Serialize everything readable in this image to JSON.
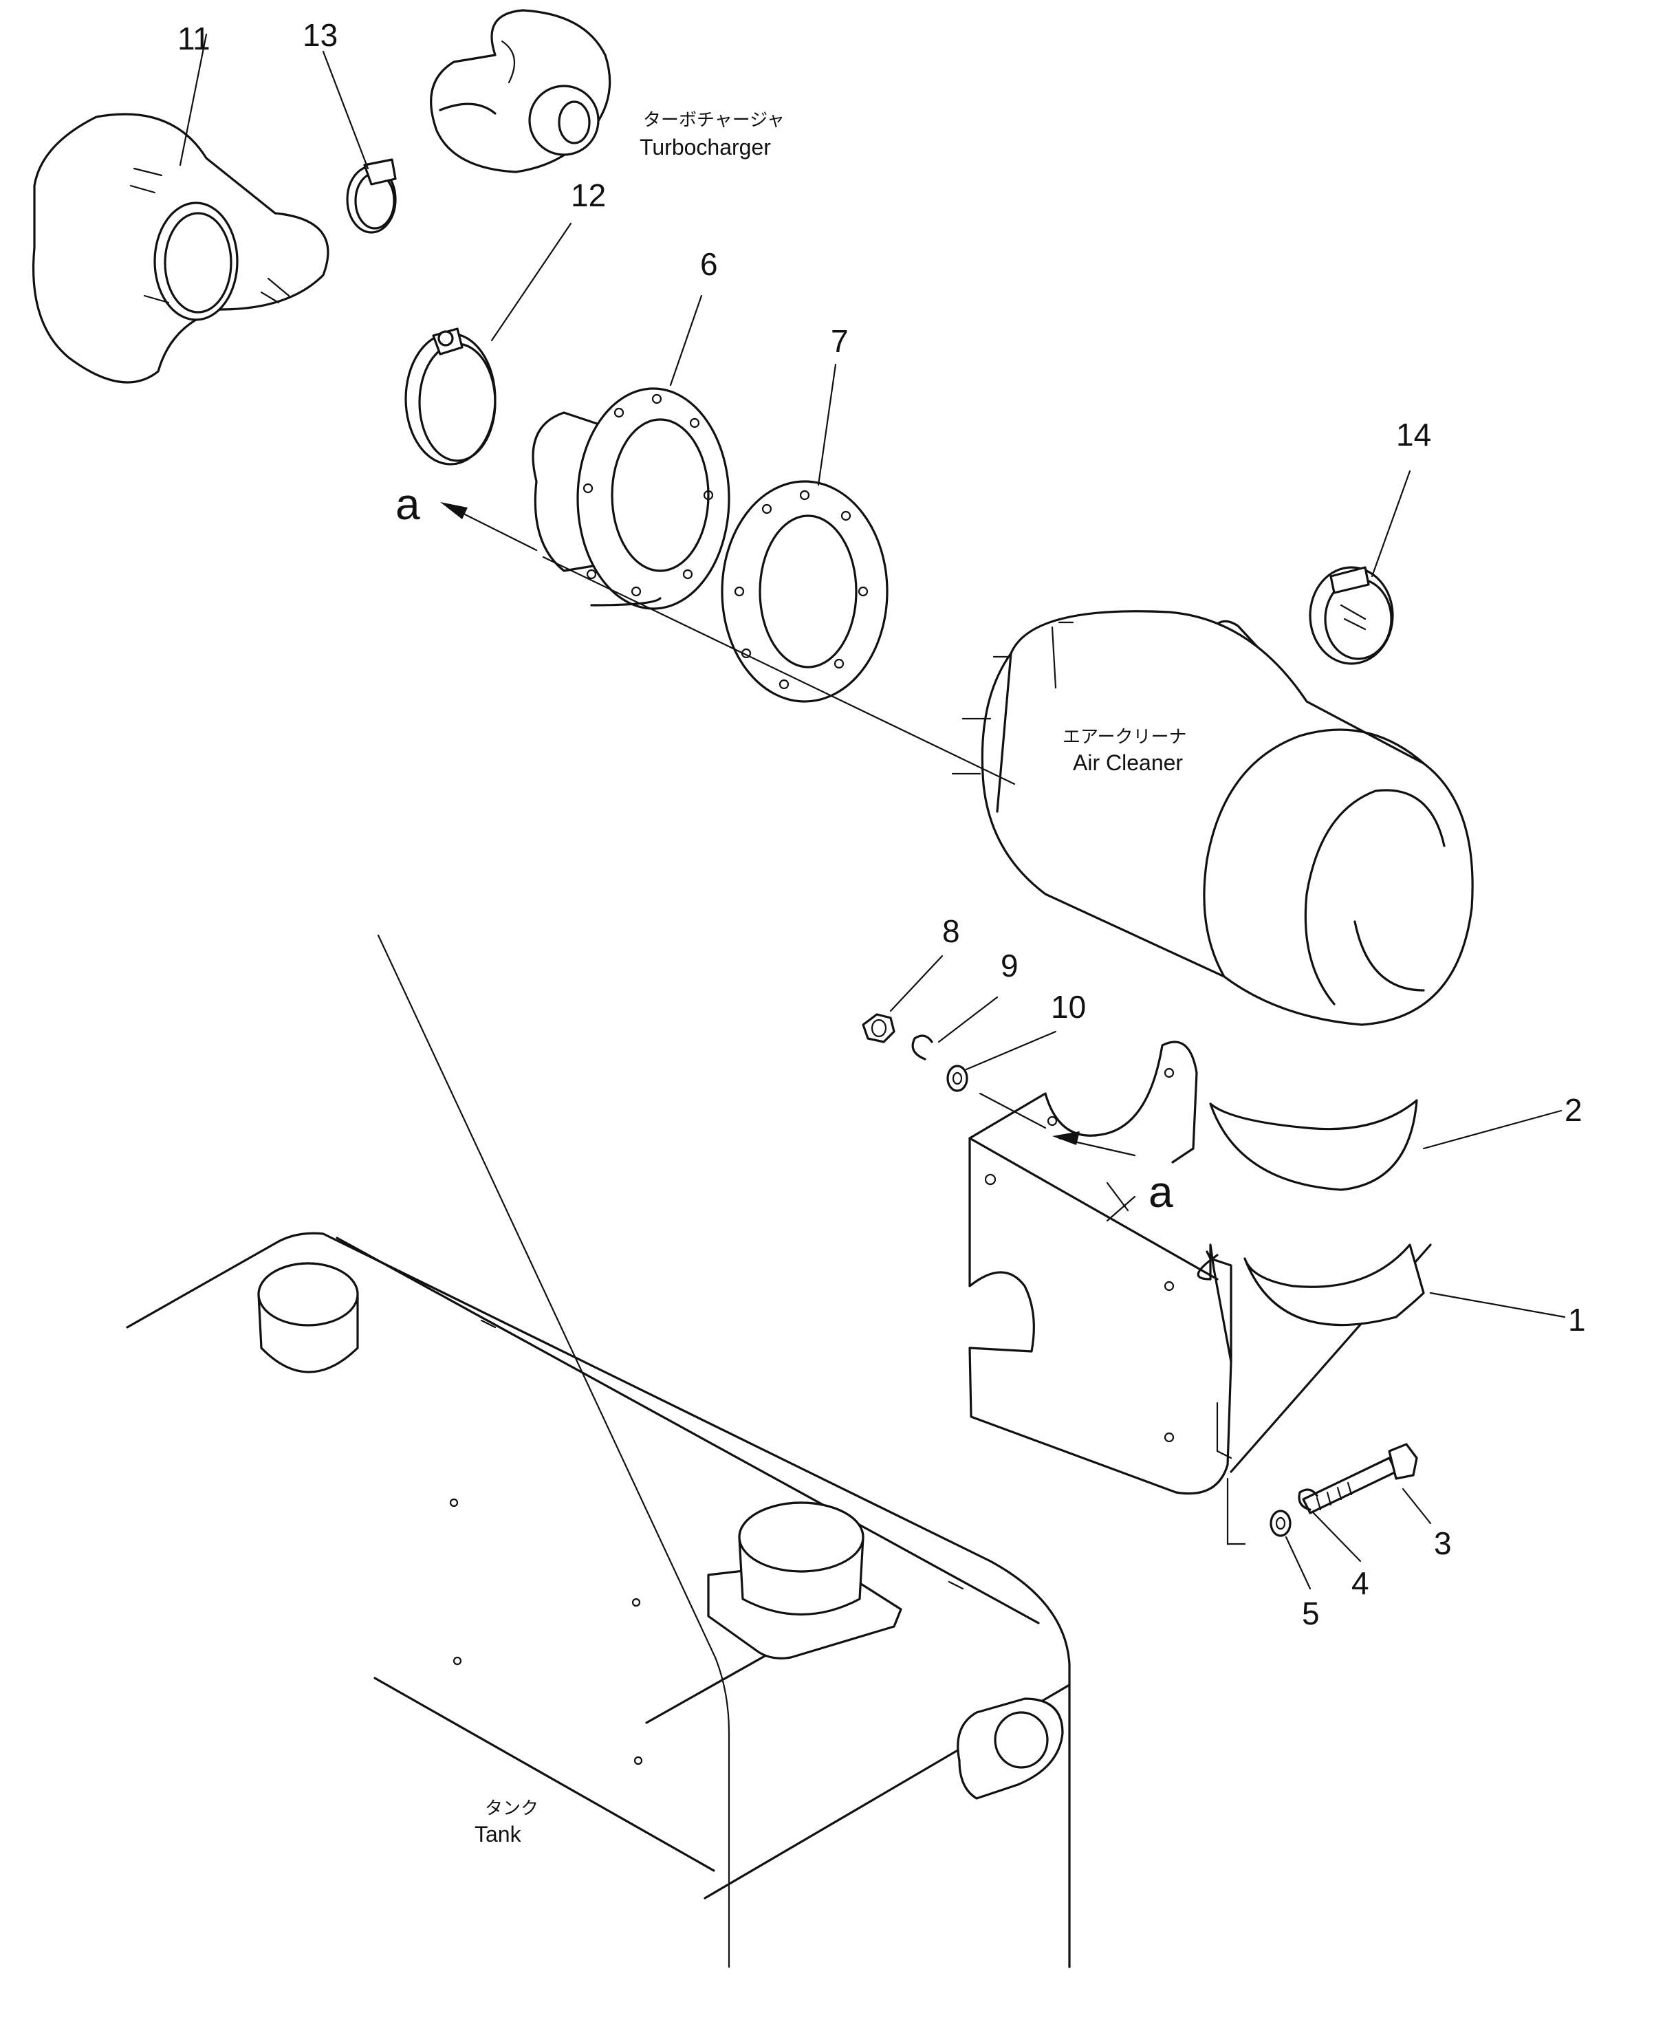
{
  "diagram": {
    "parts": [
      {
        "number": "1"
      },
      {
        "number": "2"
      },
      {
        "number": "3"
      },
      {
        "number": "4"
      },
      {
        "number": "5"
      },
      {
        "number": "6"
      },
      {
        "number": "7"
      },
      {
        "number": "8"
      },
      {
        "number": "9"
      },
      {
        "number": "10"
      },
      {
        "number": "11"
      },
      {
        "number": "12"
      },
      {
        "number": "13"
      },
      {
        "number": "14"
      }
    ],
    "labels": {
      "turbocharger_jp": "ターボチャージャ",
      "turbocharger_en": "Turbocharger",
      "air_cleaner_jp": "エアークリーナ",
      "air_cleaner_en": "Air  Cleaner",
      "tank_jp": "タンク",
      "tank_en": "Tank"
    },
    "view_markers": [
      "a",
      "a"
    ],
    "colors": {
      "ink": "#111111",
      "paper": "#ffffff"
    }
  }
}
